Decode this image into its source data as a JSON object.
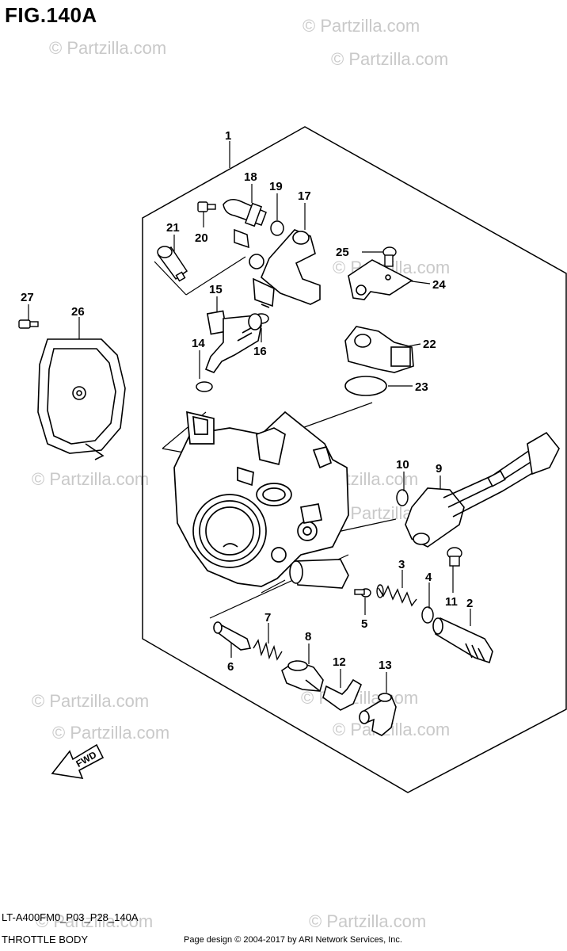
{
  "figure_title": "FIG.140A",
  "part_code": "LT-A400FM0_P03_P28_140A",
  "section_title": "THROTTLE BODY",
  "copyright": "Page design © 2004-2017 by ARI Network Services, Inc.",
  "fwd_label": "FWD",
  "watermark": "© Partzilla.com",
  "callouts": [
    "1",
    "2",
    "3",
    "4",
    "5",
    "6",
    "7",
    "8",
    "9",
    "10",
    "11",
    "12",
    "13",
    "14",
    "15",
    "16",
    "17",
    "18",
    "19",
    "20",
    "21",
    "22",
    "23",
    "24",
    "25",
    "26",
    "27"
  ]
}
